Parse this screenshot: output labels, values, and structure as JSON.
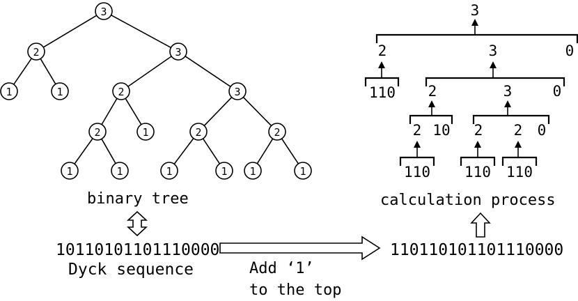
{
  "binary_tree": {
    "label": "binary tree",
    "nodes": [
      {
        "id": "n0",
        "value": "3"
      },
      {
        "id": "n1",
        "value": "2"
      },
      {
        "id": "n2",
        "value": "3"
      },
      {
        "id": "n3",
        "value": "1"
      },
      {
        "id": "n4",
        "value": "1"
      },
      {
        "id": "n5",
        "value": "2"
      },
      {
        "id": "n6",
        "value": "3"
      },
      {
        "id": "n7",
        "value": "2"
      },
      {
        "id": "n8",
        "value": "1"
      },
      {
        "id": "n9",
        "value": "2"
      },
      {
        "id": "n10",
        "value": "2"
      },
      {
        "id": "n11",
        "value": "1"
      },
      {
        "id": "n12",
        "value": "1"
      },
      {
        "id": "n13",
        "value": "1"
      },
      {
        "id": "n14",
        "value": "1"
      },
      {
        "id": "n15",
        "value": "1"
      },
      {
        "id": "n16",
        "value": "1"
      }
    ],
    "edges": [
      [
        "n0",
        "n1"
      ],
      [
        "n0",
        "n2"
      ],
      [
        "n1",
        "n3"
      ],
      [
        "n1",
        "n4"
      ],
      [
        "n2",
        "n5"
      ],
      [
        "n2",
        "n6"
      ],
      [
        "n5",
        "n7"
      ],
      [
        "n5",
        "n8"
      ],
      [
        "n6",
        "n9"
      ],
      [
        "n6",
        "n10"
      ],
      [
        "n7",
        "n11"
      ],
      [
        "n7",
        "n12"
      ],
      [
        "n9",
        "n13"
      ],
      [
        "n9",
        "n14"
      ],
      [
        "n10",
        "n15"
      ],
      [
        "n10",
        "n16"
      ]
    ]
  },
  "dyck": {
    "sequence": "10110101101110000",
    "label": "Dyck sequence"
  },
  "conversion": {
    "line1": "Add ‘1’",
    "line2": "to the top"
  },
  "result_sequence": "110110101101110000",
  "calculation": {
    "label": "calculation process",
    "texts": {
      "top": "3",
      "l1_left": "2",
      "l1_mid": "3",
      "l1_right": "0",
      "l2_left": "110",
      "l2_a": "2",
      "l2_b": "3",
      "l2_right": "0",
      "l3_a": "2",
      "l3_b": "10",
      "l3_c": "2",
      "l3_d": "2",
      "l3_e": "0",
      "l4_a": "110",
      "l4_b": "110",
      "l4_c": "110"
    }
  }
}
